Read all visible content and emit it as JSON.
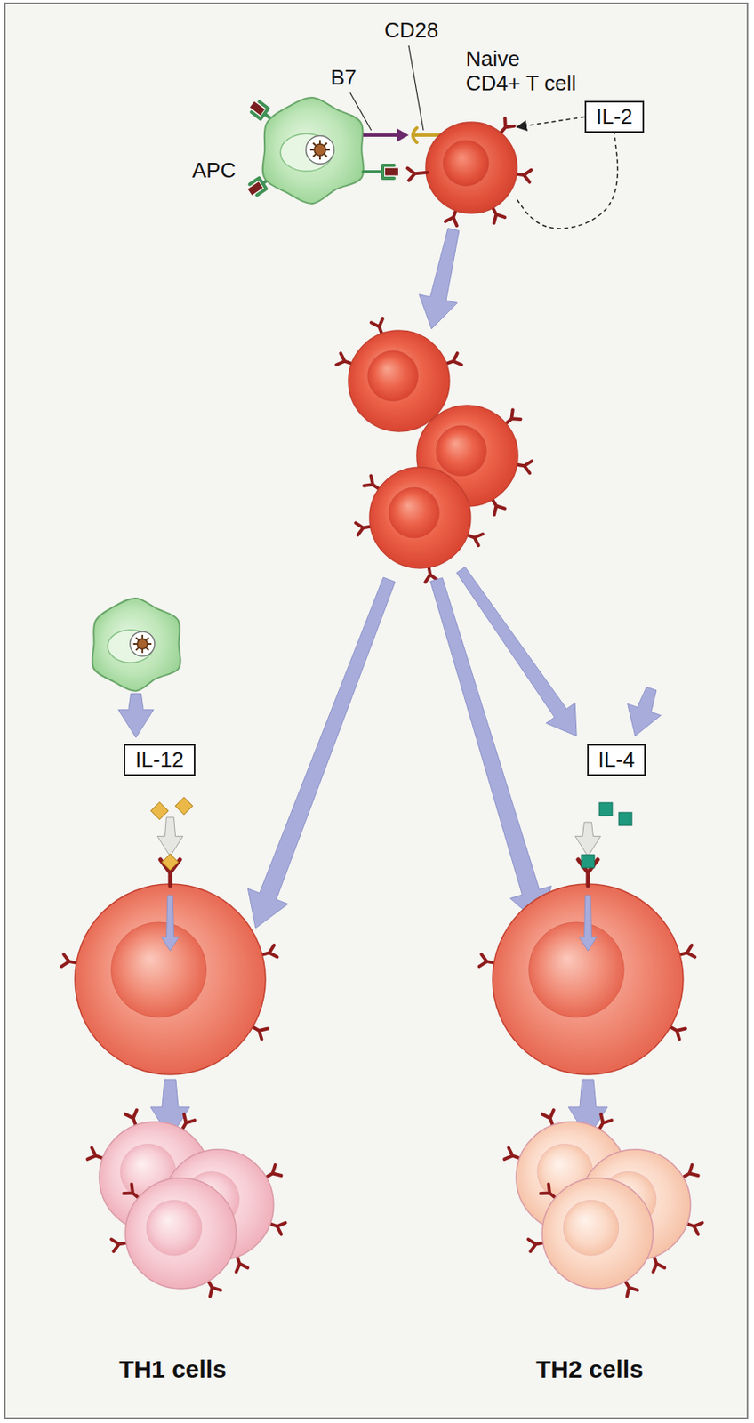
{
  "diagram": {
    "nodes": [
      {
        "text": [
          "APC"
        ]
      },
      {
        "text": [
          "Naive CD4+ T cell"
        ]
      },
      {
        "text": [
          "IL-2"
        ]
      },
      {
        "text": [
          "IL-12"
        ]
      },
      {
        "text": [
          "IL-4"
        ]
      },
      {
        "text": [
          "TH1 cells"
        ]
      },
      {
        "text": [
          "TH2 cells"
        ]
      }
    ],
    "edges": [
      {
        "from": 1,
        "to": 2,
        "arrow": "none"
      },
      {
        "from": 2,
        "to": 1,
        "arrow": "to"
      }
    ],
    "labels": [
      "B7",
      "CD28"
    ]
  }
}
